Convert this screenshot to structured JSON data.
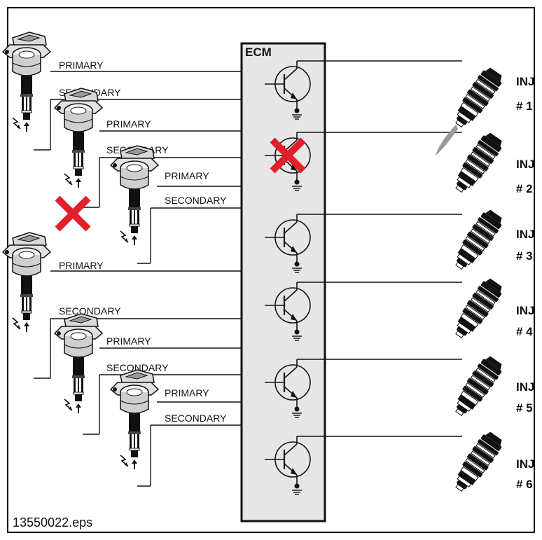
{
  "figure": {
    "file_name": "13550022.eps",
    "ecm_label": "ECM"
  },
  "coil_labels": {
    "primary": "PRIMARY",
    "secondary": "SECONDARY"
  },
  "coils": [
    {
      "primary": "PRIMARY",
      "secondary": "SECONDARY",
      "failed": false
    },
    {
      "primary": "PRIMARY",
      "secondary": "SECONDARY",
      "failed": true
    },
    {
      "primary": "PRIMARY",
      "secondary": "SECONDARY",
      "failed": false
    },
    {
      "primary": "PRIMARY",
      "secondary": "SECONDARY",
      "failed": false
    },
    {
      "primary": "PRIMARY",
      "secondary": "SECONDARY",
      "failed": false
    },
    {
      "primary": "PRIMARY",
      "secondary": "SECONDARY",
      "failed": false
    }
  ],
  "injectors": [
    {
      "label": "INJ",
      "number": "# 1",
      "spraying": true,
      "driver_failed": false
    },
    {
      "label": "INJ",
      "number": "# 2",
      "spraying": false,
      "driver_failed": true
    },
    {
      "label": "INJ",
      "number": "# 3",
      "spraying": false,
      "driver_failed": false
    },
    {
      "label": "INJ",
      "number": "# 4",
      "spraying": false,
      "driver_failed": false
    },
    {
      "label": "INJ",
      "number": "# 5",
      "spraying": false,
      "driver_failed": false
    },
    {
      "label": "INJ",
      "number": "# 6",
      "spraying": false,
      "driver_failed": false
    }
  ],
  "colors": {
    "fault_mark": "#e0202a",
    "ecm_fill": "#e6e6e6",
    "ink": "#111111",
    "spray": "#9a9a9a"
  }
}
